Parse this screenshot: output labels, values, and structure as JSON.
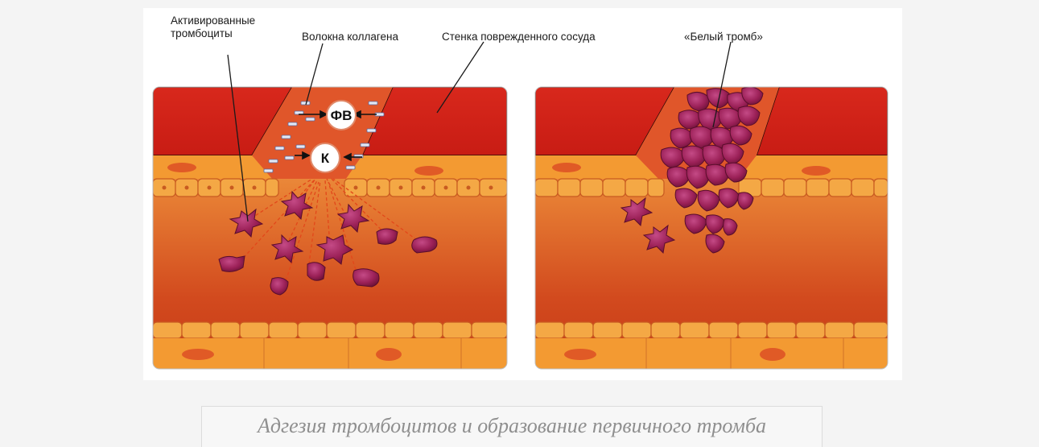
{
  "labels": {
    "activated_platelets_line1": "Активированные",
    "activated_platelets_line2": "тромбоциты",
    "collagen_fibers": "Волокна коллагена",
    "damaged_vessel_wall": "Стенка поврежденного сосуда",
    "white_thrombus": "«Белый тромб»",
    "vwf_marker": "ФВ",
    "collagen_marker": "К"
  },
  "caption": "Адгезия тромбоцитов и образование первичного тромба",
  "colors": {
    "vessel_wall_red": "#d0251b",
    "endothelium_orange": "#f08c2a",
    "lumen_orange": "#e2682a",
    "platelet_purple": "#a02660",
    "caption_gray": "#8f8f8f"
  }
}
